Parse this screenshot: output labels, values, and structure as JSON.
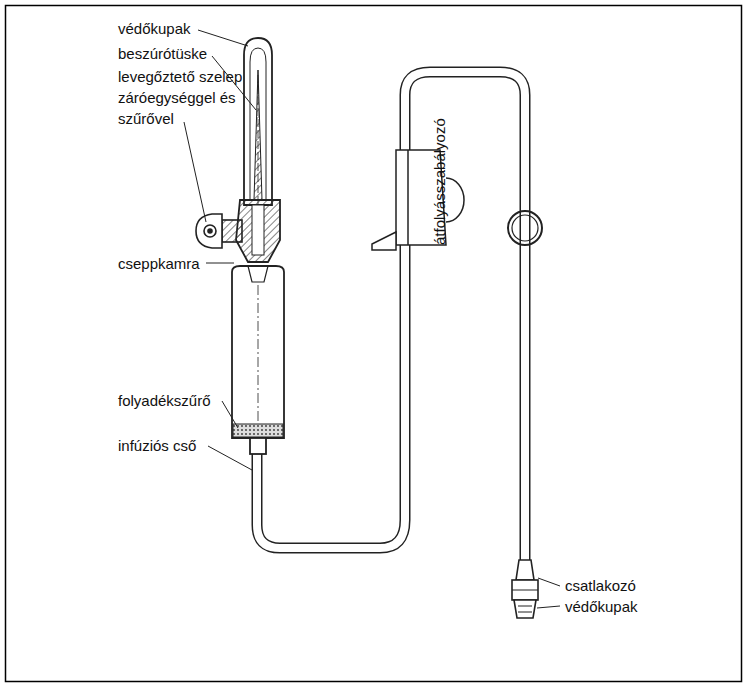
{
  "diagram": {
    "labels": [
      "védőkupak",
      "beszúrótüske",
      "levegőztető szelep záróegységgel és szűrővel",
      "cseppkamra",
      "folyadékszűrő",
      "infúziós cső",
      "átfolyásszabályozó",
      "csatlakozó",
      "védőkupak"
    ]
  }
}
